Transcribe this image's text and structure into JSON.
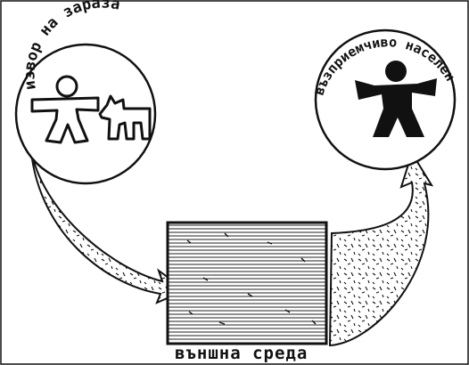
{
  "labels": {
    "source": "извор на зараза",
    "recipient": "възприемчиво население",
    "environment": "външна среда"
  },
  "colors": {
    "ink": "#111111",
    "paper": "#ffffff"
  }
}
